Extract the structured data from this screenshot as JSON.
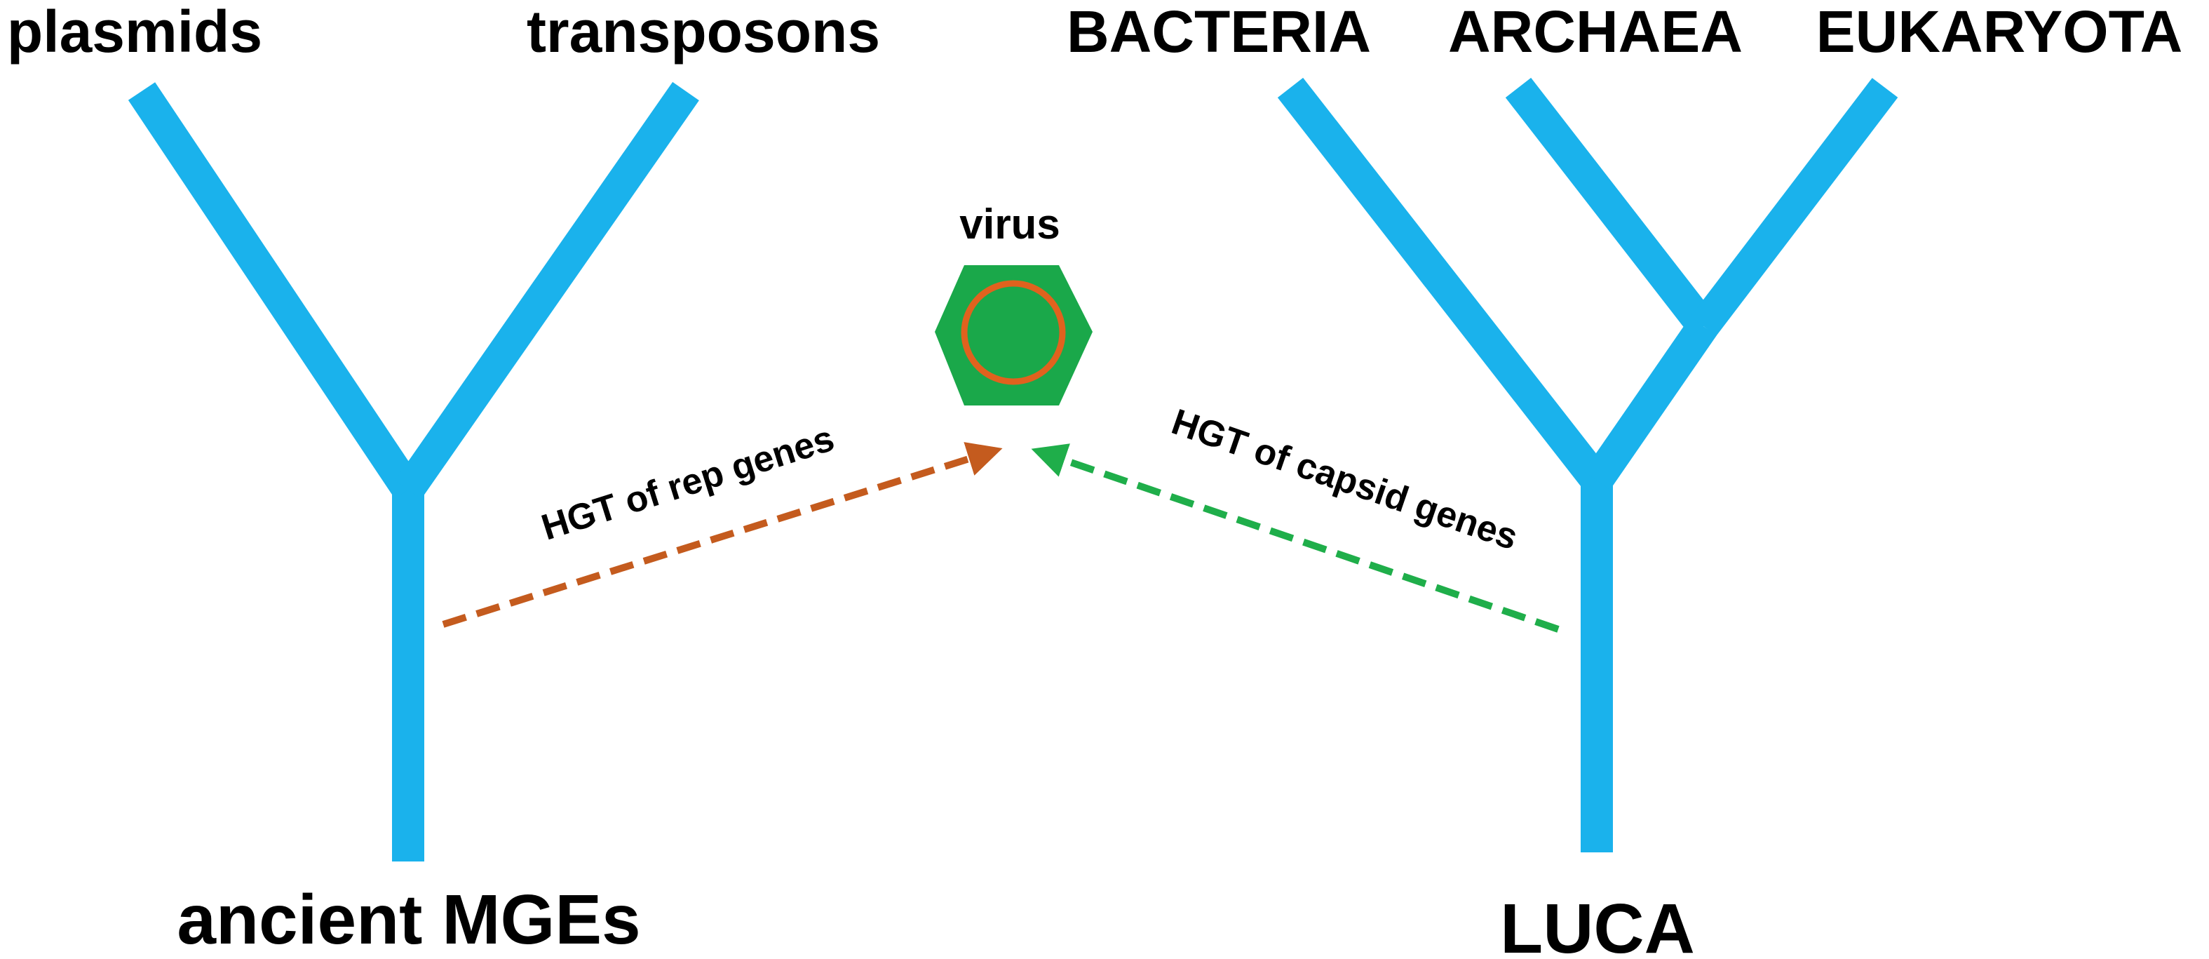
{
  "labels": {
    "plasmids": "plasmids",
    "transposons": "transposons",
    "bacteria": "BACTERIA",
    "archaea": "ARCHAEA",
    "eukaryota": "EUKARYOTA",
    "virus": "virus",
    "ancient_mges": "ancient MGEs",
    "luca": "LUCA",
    "hgt_rep": "HGT of rep genes",
    "hgt_capsid": "HGT of capsid genes"
  },
  "colors": {
    "tree_branch": "#1ab2ec",
    "virus_capsid": "#1aa84a",
    "virus_genome_ring": "#e0621e",
    "rep_arrow": "#c45b1e",
    "capsid_arrow": "#1fae4a",
    "text": "#000000"
  }
}
